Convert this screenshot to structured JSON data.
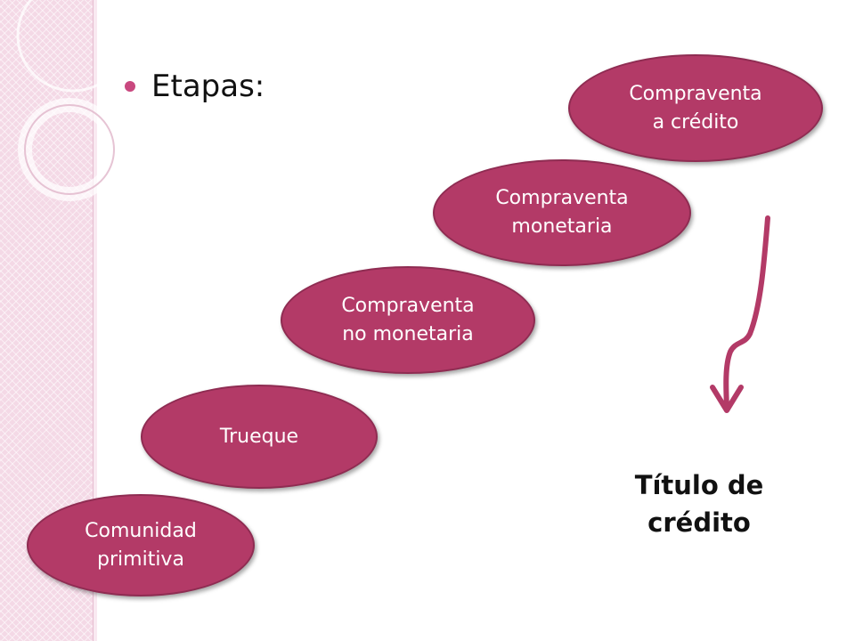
{
  "slide": {
    "bullet": "Etapas:",
    "stages": [
      {
        "label": "Comunidad\nprimitiva"
      },
      {
        "label": "Trueque"
      },
      {
        "label": "Compraventa\nno monetaria"
      },
      {
        "label": "Compraventa\nmonetaria"
      },
      {
        "label": "Compraventa\na crédito"
      }
    ],
    "result": "Título de\ncrédito"
  },
  "colors": {
    "ellipse_fill": "#b33a67",
    "accent": "#c9487f",
    "side_band": "#f4d9e6"
  }
}
